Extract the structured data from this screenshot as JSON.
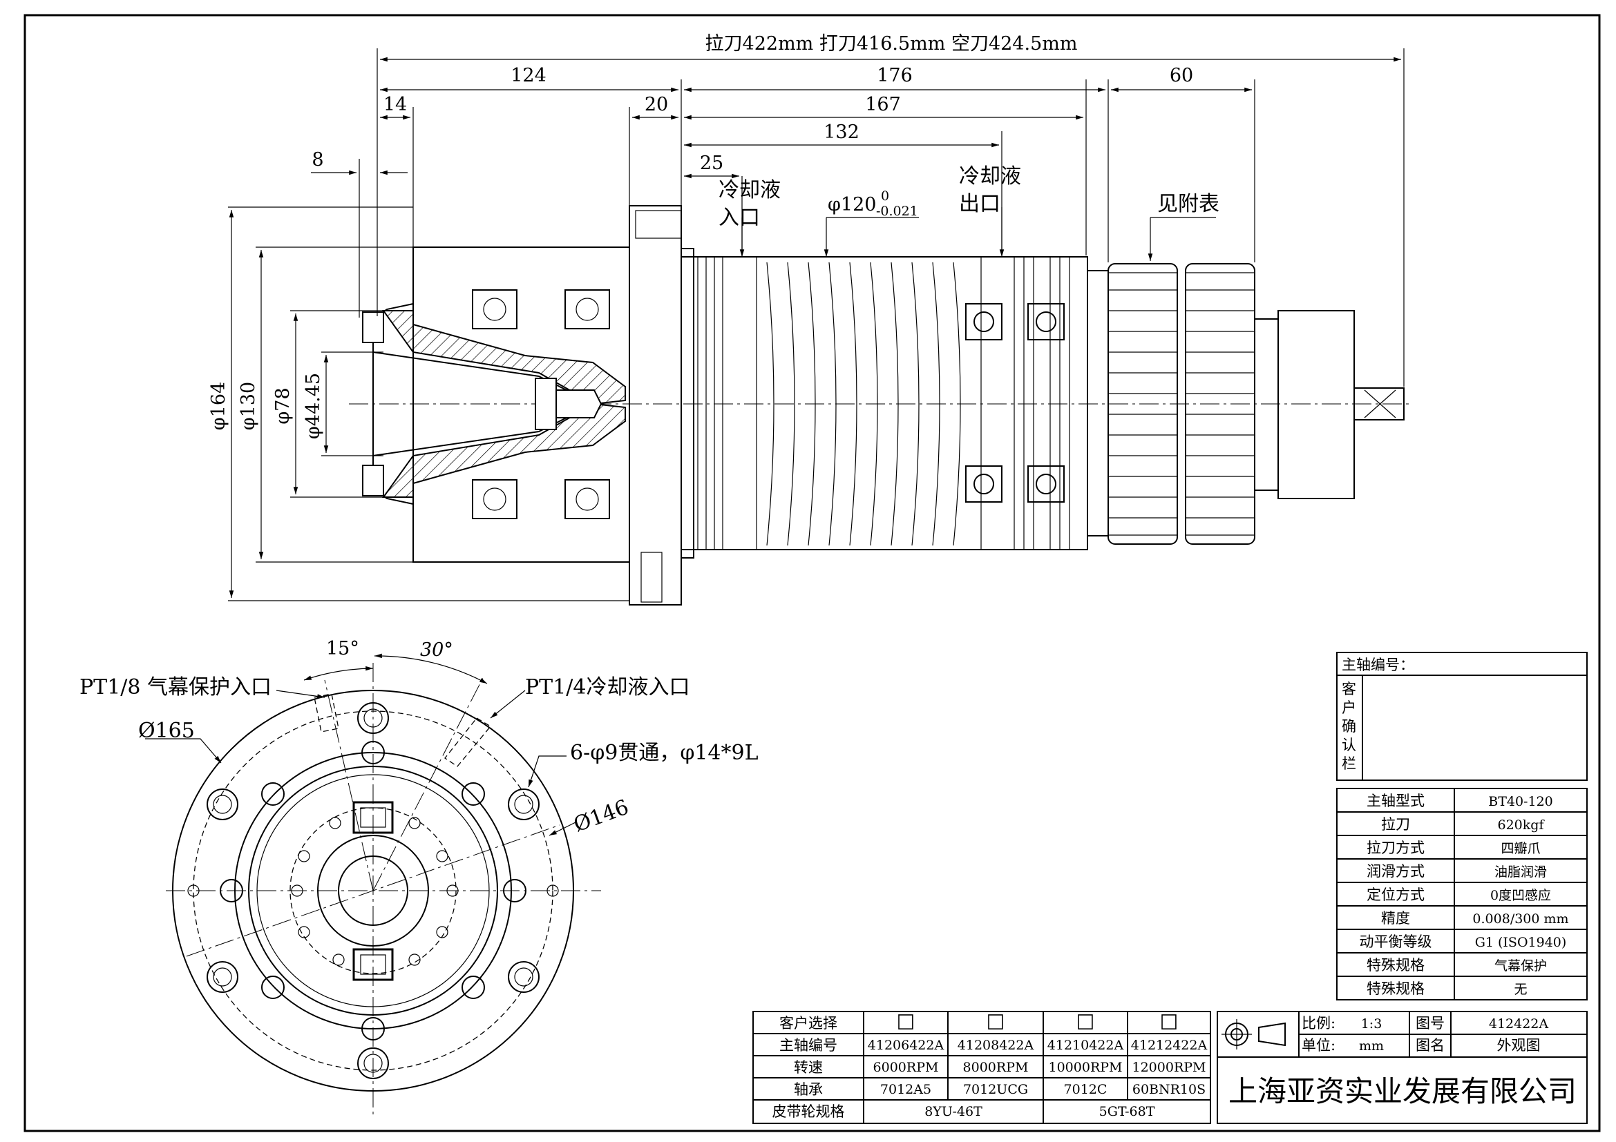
{
  "dims": {
    "overall": "拉刀422mm 打刀416.5mm 空刀424.5mm",
    "d124": "124",
    "d176": "176",
    "d60": "60",
    "d14": "14",
    "d20": "20",
    "d167": "167",
    "d132": "132",
    "d8": "8",
    "d25": "25",
    "phi164": "φ164",
    "phi130": "φ130",
    "phi78": "φ78",
    "phi4445": "φ44.45",
    "phi120": "φ120",
    "phi120_upper": "0",
    "phi120_lower": "-0.021"
  },
  "labels": {
    "coolant_in_1": "冷却液",
    "coolant_in_2": "入口",
    "coolant_out_1": "冷却液",
    "coolant_out_2": "出口",
    "see_table": "见附表",
    "angle15": "15°",
    "angle30": "30°",
    "pt18": "PT1/8 气幕保护入口",
    "pt14": "PT1/4冷却液入口",
    "phi165": "Ø165",
    "holes": "6-φ9贯通，φ14*9L",
    "phi146": "Ø146"
  },
  "confirm": {
    "title": "主轴编号：",
    "side": [
      "客",
      "户",
      "确",
      "认",
      "栏"
    ]
  },
  "specs": [
    {
      "k": "主轴型式",
      "v": "BT40-120"
    },
    {
      "k": "拉刀",
      "v": "620kgf"
    },
    {
      "k": "拉刀方式",
      "v": "四瓣爪"
    },
    {
      "k": "润滑方式",
      "v": "油脂润滑"
    },
    {
      "k": "定位方式",
      "v": "0度凹感应"
    },
    {
      "k": "精度",
      "v": "0.008/300 mm"
    },
    {
      "k": "动平衡等级",
      "v": "G1 (ISO1940)"
    },
    {
      "k": "特殊规格",
      "v": "气幕保护"
    },
    {
      "k": "特殊规格",
      "v": "无"
    }
  ],
  "options": {
    "row_labels": [
      "客户选择",
      "主轴编号",
      "转速",
      "轴承",
      "皮带轮规格"
    ],
    "checkbox": "☐",
    "models": [
      "41206422A",
      "41208422A",
      "41210422A",
      "41212422A"
    ],
    "speeds": [
      "6000RPM",
      "8000RPM",
      "10000RPM",
      "12000RPM"
    ],
    "bearings": [
      "7012A5",
      "7012UCG",
      "7012C",
      "60BNR10S"
    ],
    "pulleys": [
      "8YU-46T",
      "5GT-68T"
    ]
  },
  "titleblock": {
    "scale_label": "比例:",
    "scale": "1:3",
    "unit_label": "单位:",
    "unit": "mm",
    "drawing_no_label": "图号",
    "drawing_no": "412422A",
    "name_label": "图名",
    "name": "外观图",
    "company": "上海亚资实业发展有限公司"
  }
}
